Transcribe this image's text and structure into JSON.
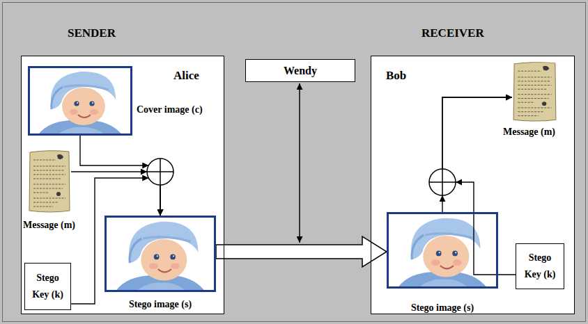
{
  "diagram": {
    "nodes": [
      {
        "text": [
          "Alice"
        ]
      },
      {
        "text": [
          "Cover image (c)"
        ],
        "in": 0
      },
      {
        "text": [
          "Message (m)"
        ],
        "in": 0
      },
      {
        "text": [
          "Stego Key (k)"
        ],
        "in": 0
      },
      {
        "text": [
          "Stego image (s)"
        ],
        "in": 0
      },
      {
        "text": [
          "Wendy"
        ]
      },
      {
        "text": [
          "Bob"
        ]
      },
      {
        "text": [
          "Message (m)"
        ],
        "in": 6
      },
      {
        "text": [
          "Stego image (s)"
        ],
        "in": 6
      },
      {
        "text": [
          "Stego Key (k)"
        ],
        "in": 6
      }
    ],
    "edges": [
      {
        "from": 1,
        "to": 4,
        "arrow": "to"
      },
      {
        "from": 2,
        "to": 4,
        "arrow": "to"
      },
      {
        "from": 3,
        "to": 4,
        "arrow": "to"
      },
      {
        "from": 4,
        "to": 8,
        "arrow": "to"
      },
      {
        "from": 8,
        "to": 7,
        "arrow": "to"
      },
      {
        "from": 9,
        "to": 7,
        "arrow": "to"
      }
    ],
    "labels": [
      "SENDER",
      "RECEIVER"
    ]
  }
}
